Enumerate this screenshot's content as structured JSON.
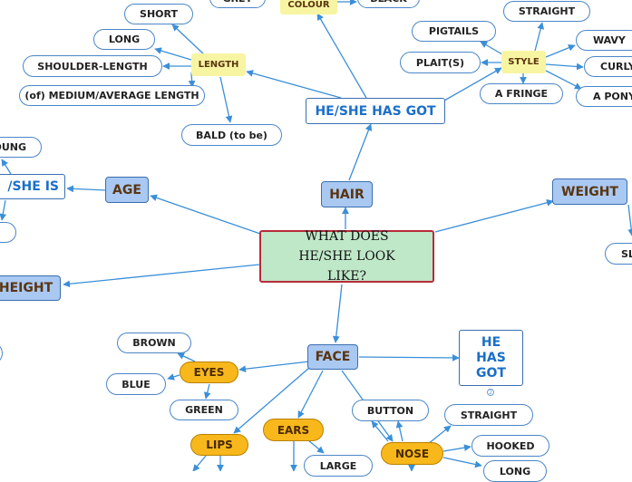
{
  "central": "WHAT DOES HE/SHE LOOK LIKE?",
  "branches": {
    "hair": "HAIR",
    "age": "AGE",
    "weight": "WEIGHT",
    "height": "HEIGHT",
    "face": "FACE"
  },
  "headings": {
    "he_she_has_got": "HE/SHE HAS GOT",
    "he_she_is": "/SHE IS",
    "he_has_got": "HE HAS GOT"
  },
  "categories": {
    "length": "LENGTH",
    "colour": "COLOUR",
    "style": "STYLE"
  },
  "features": {
    "eyes": "EYES",
    "ears": "EARS",
    "lips": "LIPS",
    "nose": "NOSE"
  },
  "length_items": [
    "SHORT",
    "LONG",
    "SHOULDER-LENGTH",
    "(of) MEDIUM/AVERAGE LENGTH",
    "BALD (to be)"
  ],
  "colour_items": [
    "GREY",
    "BLACK"
  ],
  "style_items": [
    "STRAIGHT",
    "PIGTAILS",
    "PLAIT(S)",
    "WAVY",
    "CURLY",
    "A FRINGE",
    "A PONY"
  ],
  "age_items": [
    "YOUNG"
  ],
  "weight_items": [
    "SL"
  ],
  "eyes_items": [
    "BROWN",
    "BLUE",
    "GREEN"
  ],
  "ears_items": [
    "LARGE"
  ],
  "nose_items": [
    "BUTTON",
    "STRAIGHT",
    "HOOKED",
    "LONG"
  ],
  "note_marker": "2"
}
